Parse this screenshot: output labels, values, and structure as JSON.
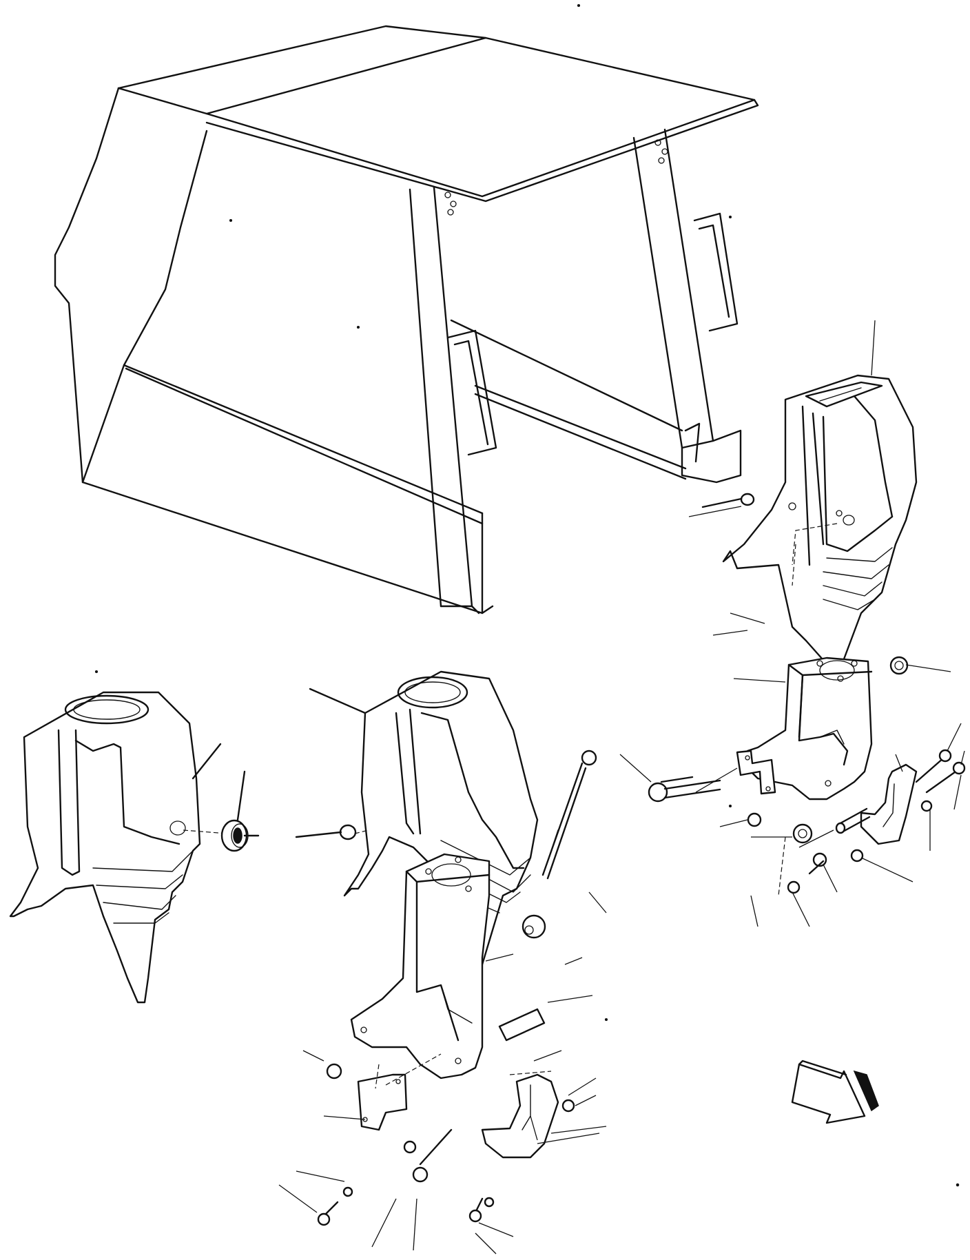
{
  "diagram": {
    "parts": [
      {
        "id": "cab-canopy",
        "icon": "cab-frame-icon"
      },
      {
        "id": "upper-right-cowl",
        "icon": "cowl-icon"
      },
      {
        "id": "left-cowl",
        "icon": "cowl-icon"
      },
      {
        "id": "center-cowl",
        "icon": "cowl-icon"
      },
      {
        "id": "right-pedestal",
        "icon": "pedestal-bracket-icon"
      },
      {
        "id": "center-pedestal",
        "icon": "pedestal-bracket-icon"
      },
      {
        "id": "direction-arrow",
        "icon": "arrow-icon"
      }
    ],
    "leader_lines": 38,
    "callout_labels": []
  }
}
